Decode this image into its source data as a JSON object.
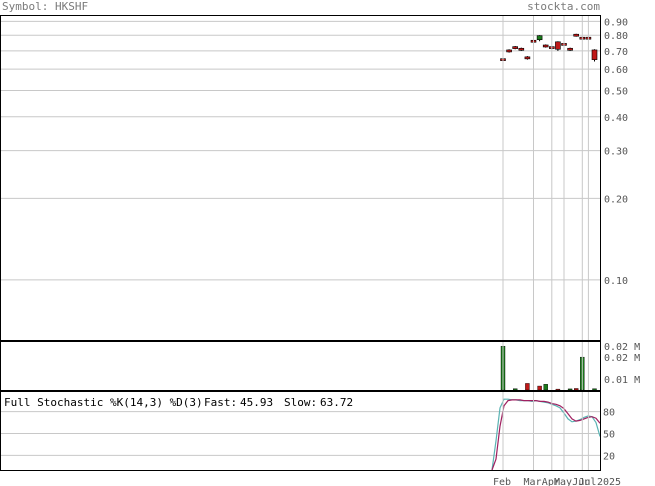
{
  "header": {
    "symbol_label": "Symbol: HKSHF",
    "brand": "stockta.com"
  },
  "colors": {
    "grid": "#c8c8c8",
    "up": "#1a7a1a",
    "down": "#c01818",
    "fast": "#5ab3b3",
    "slow": "#a02060",
    "axis": "#000000"
  },
  "chart_data": [
    {
      "type": "candlestick",
      "panel": "price",
      "yscale": "log",
      "ylim": [
        0.06,
        0.95
      ],
      "y_ticks": [
        0.9,
        0.8,
        0.7,
        0.6,
        0.5,
        0.4,
        0.3,
        0.2,
        0.1
      ],
      "y_tick_labels": [
        "0.90",
        "0.80",
        "0.70",
        "0.60",
        "0.50",
        "0.40",
        "0.30",
        "0.20",
        "0.10"
      ],
      "candles": [
        {
          "t": 0,
          "o": 0.65,
          "c": 0.65,
          "h": 0.66,
          "l": 0.64,
          "dir": "down"
        },
        {
          "t": 1,
          "o": 0.7,
          "c": 0.7,
          "h": 0.71,
          "l": 0.69,
          "dir": "down"
        },
        {
          "t": 2,
          "o": 0.72,
          "c": 0.72,
          "h": 0.73,
          "l": 0.71,
          "dir": "down"
        },
        {
          "t": 3,
          "o": 0.71,
          "c": 0.71,
          "h": 0.72,
          "l": 0.7,
          "dir": "down"
        },
        {
          "t": 4,
          "o": 0.66,
          "c": 0.66,
          "h": 0.67,
          "l": 0.65,
          "dir": "down"
        },
        {
          "t": 5,
          "o": 0.76,
          "c": 0.76,
          "h": 0.77,
          "l": 0.75,
          "dir": "down"
        },
        {
          "t": 6,
          "o": 0.77,
          "c": 0.79,
          "h": 0.8,
          "l": 0.76,
          "dir": "up"
        },
        {
          "t": 7,
          "o": 0.73,
          "c": 0.73,
          "h": 0.74,
          "l": 0.72,
          "dir": "down"
        },
        {
          "t": 8,
          "o": 0.72,
          "c": 0.72,
          "h": 0.73,
          "l": 0.71,
          "dir": "down"
        },
        {
          "t": 9,
          "o": 0.75,
          "c": 0.71,
          "h": 0.76,
          "l": 0.7,
          "dir": "down"
        },
        {
          "t": 10,
          "o": 0.74,
          "c": 0.74,
          "h": 0.75,
          "l": 0.73,
          "dir": "down"
        },
        {
          "t": 11,
          "o": 0.71,
          "c": 0.71,
          "h": 0.72,
          "l": 0.7,
          "dir": "down"
        },
        {
          "t": 12,
          "o": 0.8,
          "c": 0.8,
          "h": 0.81,
          "l": 0.79,
          "dir": "down"
        },
        {
          "t": 13,
          "o": 0.78,
          "c": 0.78,
          "h": 0.79,
          "l": 0.77,
          "dir": "down"
        },
        {
          "t": 14,
          "o": 0.78,
          "c": 0.78,
          "h": 0.79,
          "l": 0.77,
          "dir": "down"
        },
        {
          "t": 15,
          "o": 0.7,
          "c": 0.65,
          "h": 0.71,
          "l": 0.64,
          "dir": "down"
        }
      ]
    },
    {
      "type": "bar",
      "panel": "volume",
      "ylim": [
        0,
        0.021
      ],
      "y_ticks": [
        0.02,
        0.015,
        0.005
      ],
      "y_tick_labels": [
        "0.02 M",
        "0.02 M",
        "0.01 M"
      ],
      "bars": [
        {
          "t": 0,
          "v": 0.02,
          "dir": "up"
        },
        {
          "t": 2,
          "v": 0.0006,
          "dir": "up"
        },
        {
          "t": 4,
          "v": 0.003,
          "dir": "down"
        },
        {
          "t": 6,
          "v": 0.0018,
          "dir": "down"
        },
        {
          "t": 7,
          "v": 0.0026,
          "dir": "up"
        },
        {
          "t": 9,
          "v": 0.0004,
          "dir": "down"
        },
        {
          "t": 11,
          "v": 0.0005,
          "dir": "up"
        },
        {
          "t": 12,
          "v": 0.0007,
          "dir": "down"
        },
        {
          "t": 13,
          "v": 0.015,
          "dir": "up"
        },
        {
          "t": 15,
          "v": 0.0006,
          "dir": "up"
        }
      ]
    },
    {
      "type": "line",
      "panel": "stochastic",
      "title": "Full Stochastic %K(14,3) %D(3)",
      "fast_label": "Fast:",
      "fast_value": "45.93",
      "slow_label": "Slow:",
      "slow_value": "63.72",
      "ylim": [
        0,
        100
      ],
      "y_ticks": [
        80,
        50,
        20
      ],
      "y_tick_labels": [
        "80",
        "50",
        "20"
      ],
      "x_steps": 28,
      "series": [
        {
          "key": "fast",
          "values": [
            0,
            40,
            85,
            97,
            97,
            96,
            96,
            95,
            95,
            95,
            94,
            95,
            94,
            93,
            92,
            90,
            88,
            85,
            78,
            70,
            66,
            67,
            69,
            72,
            74,
            73,
            65,
            46
          ]
        },
        {
          "key": "slow",
          "values": [
            0,
            15,
            60,
            88,
            95,
            96,
            96,
            96,
            95,
            95,
            95,
            95,
            94,
            94,
            93,
            91,
            90,
            88,
            84,
            77,
            70,
            67,
            68,
            70,
            72,
            73,
            71,
            64
          ]
        }
      ]
    }
  ],
  "x_axis": {
    "labels": [
      {
        "text": "Feb",
        "t": 0
      },
      {
        "text": "Mar",
        "t": 5
      },
      {
        "text": "Apr",
        "t": 8
      },
      {
        "text": "May",
        "t": 10
      },
      {
        "text": "Jun",
        "t": 13
      },
      {
        "text": "Jul",
        "t": 14
      },
      {
        "text": "2025",
        "t": 16
      }
    ]
  }
}
